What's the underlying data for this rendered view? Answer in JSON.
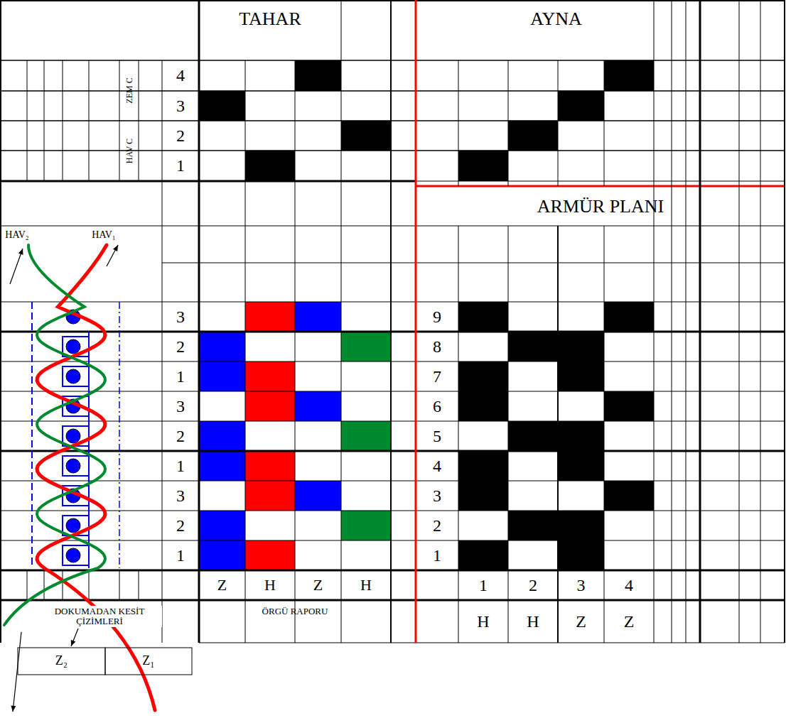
{
  "diagram": {
    "labels": [
      "TAHAR",
      "AYNA",
      "ZEM C",
      "HAV C",
      "4",
      "3",
      "2",
      "1",
      "ARMÜR PLANI",
      "HAV₂",
      "HAV₁",
      "3",
      "2",
      "1",
      "3",
      "2",
      "1",
      "3",
      "2",
      "1",
      "9",
      "8",
      "7",
      "6",
      "5",
      "4",
      "3",
      "2",
      "1",
      "Z",
      "H",
      "Z",
      "H",
      "DOKUMADAN KESİT ÇİZİMLERİ",
      "ÖRGÜ RAPORU",
      "1",
      "2",
      "3",
      "4",
      "H",
      "H",
      "Z",
      "Z",
      "Z₂",
      "Z₁"
    ]
  }
}
